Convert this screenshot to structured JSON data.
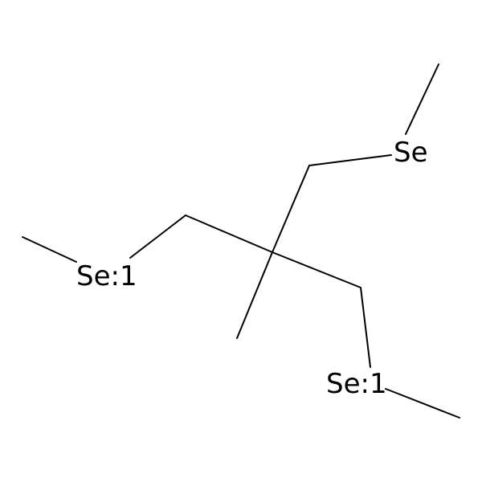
{
  "molecule": {
    "atoms": [
      {
        "id": "c-methyl-top",
        "element": "C",
        "label": ""
      },
      {
        "id": "se-top",
        "element": "Se",
        "label": "Se"
      },
      {
        "id": "c-ch2-top",
        "element": "C",
        "label": ""
      },
      {
        "id": "c-quaternary",
        "element": "C",
        "label": ""
      },
      {
        "id": "c-methyl-center",
        "element": "C",
        "label": ""
      },
      {
        "id": "c-ch2-left",
        "element": "C",
        "label": ""
      },
      {
        "id": "se-left",
        "element": "Se",
        "label": "Se:1"
      },
      {
        "id": "c-methyl-left",
        "element": "C",
        "label": ""
      },
      {
        "id": "c-ch2-right",
        "element": "C",
        "label": ""
      },
      {
        "id": "se-bottom",
        "element": "Se",
        "label": "Se:1"
      },
      {
        "id": "c-methyl-bottom",
        "element": "C",
        "label": ""
      }
    ],
    "bonds": [
      {
        "from": "c-methyl-top",
        "to": "se-top"
      },
      {
        "from": "se-top",
        "to": "c-ch2-top"
      },
      {
        "from": "c-ch2-top",
        "to": "c-quaternary"
      },
      {
        "from": "c-quaternary",
        "to": "c-methyl-center"
      },
      {
        "from": "c-quaternary",
        "to": "c-ch2-left"
      },
      {
        "from": "c-ch2-left",
        "to": "se-left"
      },
      {
        "from": "se-left",
        "to": "c-methyl-left"
      },
      {
        "from": "c-quaternary",
        "to": "c-ch2-right"
      },
      {
        "from": "c-ch2-right",
        "to": "se-bottom"
      },
      {
        "from": "se-bottom",
        "to": "c-methyl-bottom"
      }
    ]
  }
}
